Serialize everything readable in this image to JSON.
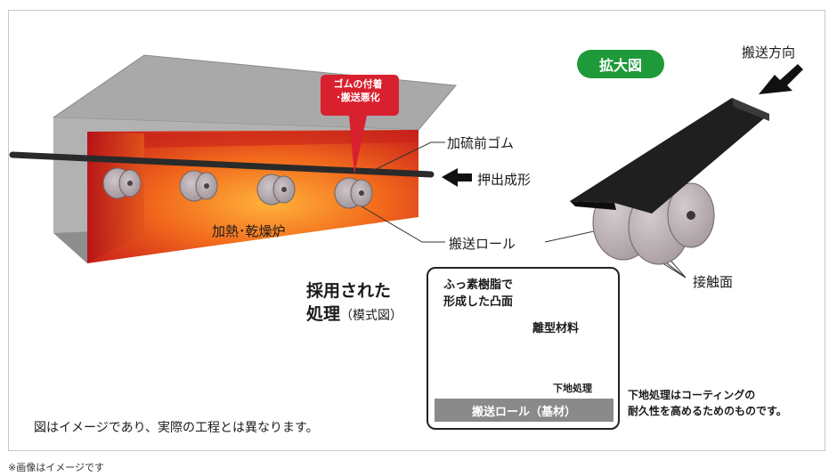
{
  "badge": "拡大図",
  "pin": {
    "line1": "ゴムの付着",
    "line2": "･搬送悪化"
  },
  "callouts": {
    "rubber": "加硫前ゴム",
    "extrusion": "押出成形",
    "oven": "加熱･乾燥炉",
    "roll": "搬送ロール",
    "direction": "搬送方向",
    "contact": "接触面"
  },
  "process_title": {
    "line1": "採用された",
    "line2": "処理",
    "line2_suffix": "（模式図）"
  },
  "schematic": {
    "resin_line1": "ふっ素樹脂で",
    "resin_line2": "形成した凸面",
    "release": "離型材料",
    "under": "下地処理",
    "base": "搬送ロール（基材）"
  },
  "notes": {
    "primer_line1": "下地処理はコーティングの",
    "primer_line2": "耐久性を高めるためのものです。",
    "bottom": "図はイメージであり、実際の工程とは異なります。",
    "footnote": "※画像はイメージです"
  },
  "colors": {
    "green": "#1e9a3b",
    "pin_red": "#d8202f",
    "oven_gray": "#a7a7a7",
    "roller": "#b5a9ad",
    "resin": "#c8c24a"
  }
}
